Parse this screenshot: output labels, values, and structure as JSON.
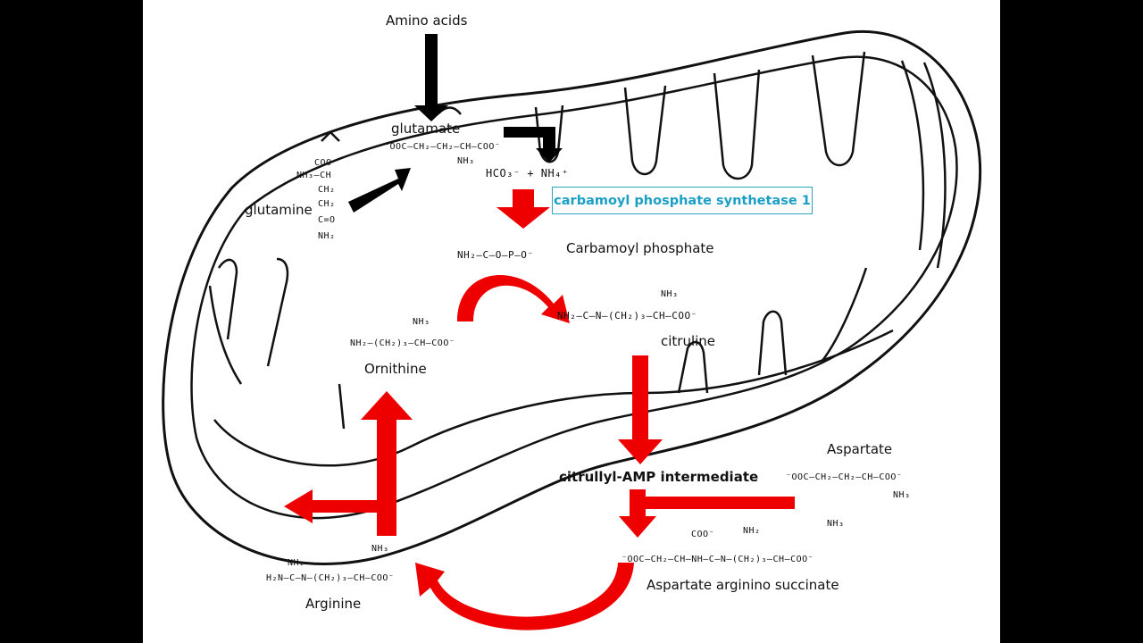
{
  "labels": {
    "amino_acids": "Amino acids",
    "glutamate": "glutamate",
    "glutamine": "glutamine",
    "enzyme": "carbamoyl phosphate synthetase 1",
    "carbamoyl_phosphate": "Carbamoyl phosphate",
    "ornithine": "Ornithine",
    "citruline": "citruline",
    "aspartate": "Aspartate",
    "citrullyl_amp": "citrullyl-AMP intermediate",
    "aspartate_argininosuccinate": "Aspartate arginino succinate",
    "arginine": "Arginine"
  },
  "formulas": {
    "glutamate": "⁻OOC–CH₂–CH₂–CH–COO⁻",
    "glutamate_nh3": "NH₃",
    "glutamine_coo": "COO⁻",
    "glutamine_ch": "NH₃–CH",
    "glutamine_ch2a": "CH₂",
    "glutamine_ch2b": "CH₂",
    "glutamine_co": "C=O",
    "glutamine_nh2": "NH₂",
    "hco3_nh4": "HCO₃⁻ + NH₄⁺",
    "carbamoyl_phosphate": "NH₂–C–O–P–O⁻",
    "citruline": "NH₂–C–N–(CH₂)₃–CH–COO⁻",
    "citruline_nh3": "NH₃",
    "ornithine": "NH₂–(CH₂)₃–CH–COO⁻",
    "ornithine_nh3": "NH₃",
    "aspartate": "⁻OOC–CH₂–CH₂–CH–COO⁻",
    "aspartate_nh3": "NH₃",
    "argininosuccinate": "⁻OOC–CH₂–CH–NH–C–N–(CH₂)₃–CH–COO⁻",
    "argininosuccinate_coo": "COO⁻",
    "argininosuccinate_nh2": "NH₂",
    "argininosuccinate_nh3": "NH₃",
    "arginine": "H₂N–C–N–(CH₂)₃–CH–COO⁻",
    "arginine_nh2": "NH₂",
    "arginine_nh3": "NH₃"
  },
  "colors": {
    "arrow_red": "#ee0000",
    "arrow_black": "#000000",
    "enzyme_text": "#1b9fc5",
    "outline": "#111111"
  }
}
